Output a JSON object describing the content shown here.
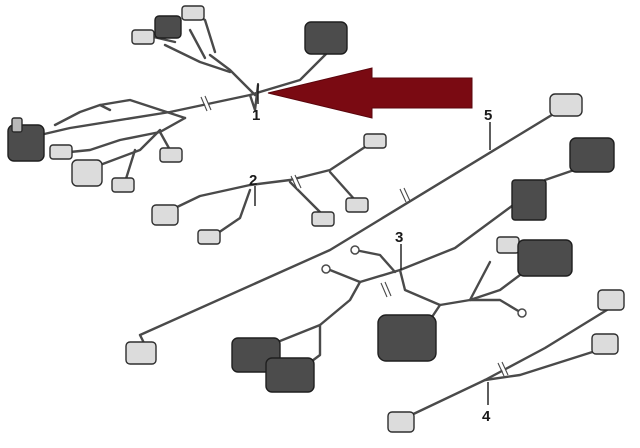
{
  "callouts": {
    "c1": "1",
    "c2": "2",
    "c3": "3",
    "c4": "4",
    "c5": "5"
  },
  "colors": {
    "arrow": "#7a0a12",
    "wire": "#4a4a4a",
    "connector_light": "#dcdcdc",
    "connector_dark": "#4c4c4c"
  },
  "icons": {
    "arrow": "left-arrow-icon"
  }
}
